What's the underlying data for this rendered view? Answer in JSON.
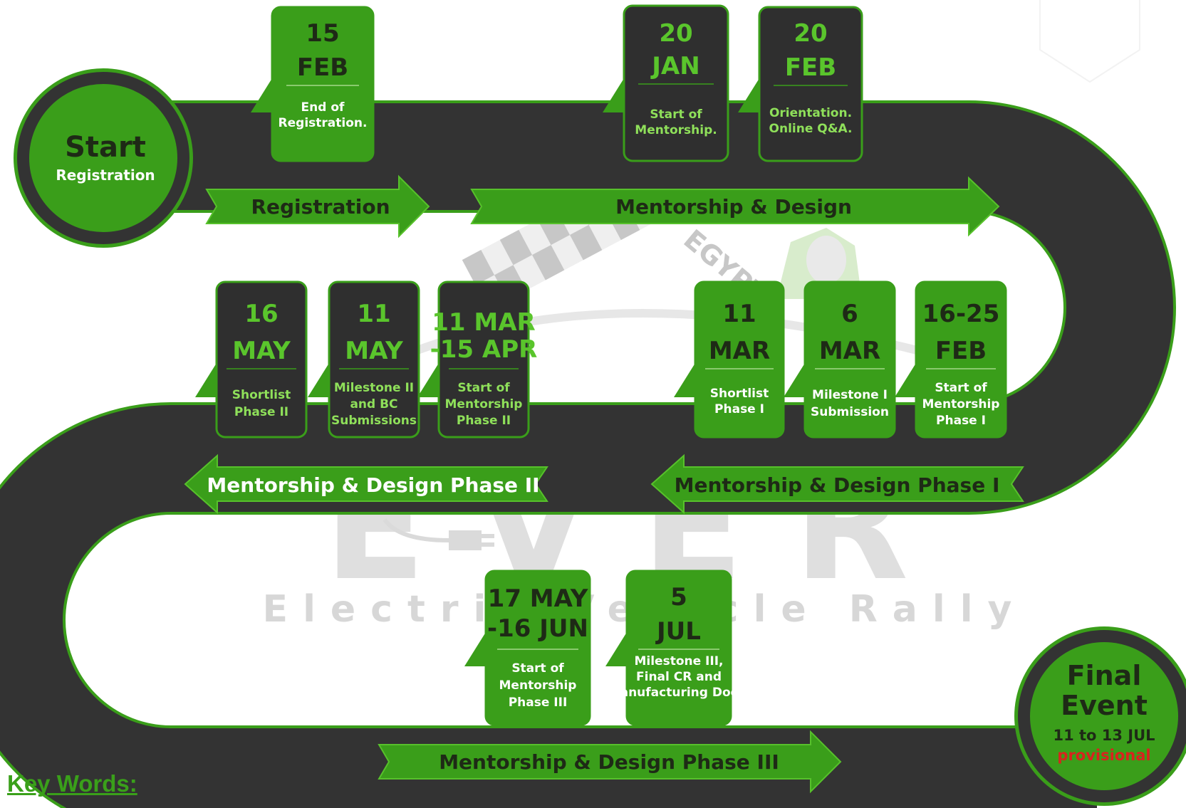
{
  "colors": {
    "road": "#333333",
    "green": "#3a9e1a",
    "green_light": "#57c12b",
    "dark_card": "#2f2f2f",
    "date_on_green": "#1e2a16",
    "date_on_dark": "#5ac52c",
    "desc_on_green": "#ffffff",
    "desc_on_dark": "#8fe05a",
    "provisional": "#d9231e",
    "watermark": "#c8c8c8"
  },
  "start": {
    "title": "Start",
    "subtitle": "Registration"
  },
  "final": {
    "title_1": "Final",
    "title_2": "Event",
    "dates": "11 to 13 JUL",
    "note": "provisional"
  },
  "arrows": [
    {
      "label": "Registration"
    },
    {
      "label": "Mentorship & Design"
    },
    {
      "label": "Mentorship & Design Phase II"
    },
    {
      "label": "Mentorship & Design Phase I"
    },
    {
      "label": "Mentorship & Design Phase III"
    }
  ],
  "cards": [
    {
      "date_1": "15",
      "date_2": "FEB",
      "desc_1": "End of",
      "desc_2": "Registration.",
      "desc_3": "",
      "style": "green"
    },
    {
      "date_1": "20",
      "date_2": "JAN",
      "desc_1": "Start of",
      "desc_2": "Mentorship.",
      "desc_3": "",
      "style": "dark"
    },
    {
      "date_1": "20",
      "date_2": "FEB",
      "desc_1": "Orientation.",
      "desc_2": "Online Q&A.",
      "desc_3": "",
      "style": "dark"
    },
    {
      "date_1": "16",
      "date_2": "MAY",
      "desc_1": "Shortlist",
      "desc_2": "Phase II",
      "desc_3": "",
      "style": "dark"
    },
    {
      "date_1": "11",
      "date_2": "MAY",
      "desc_1": "Milestone II",
      "desc_2": "and BC",
      "desc_3": "Submissions",
      "style": "dark"
    },
    {
      "date_1": "11 MAR",
      "date_2": "-15 APR",
      "desc_1": "Start of",
      "desc_2": "Mentorship",
      "desc_3": "Phase II",
      "style": "dark"
    },
    {
      "date_1": "11",
      "date_2": "MAR",
      "desc_1": "Shortlist",
      "desc_2": "Phase I",
      "desc_3": "",
      "style": "green"
    },
    {
      "date_1": "6",
      "date_2": "MAR",
      "desc_1": "Milestone I",
      "desc_2": "Submission",
      "desc_3": "",
      "style": "green"
    },
    {
      "date_1": "16-25",
      "date_2": "FEB",
      "desc_1": "Start of",
      "desc_2": "Mentorship",
      "desc_3": "Phase I",
      "style": "green"
    },
    {
      "date_1": "17 MAY",
      "date_2": "-16 JUN",
      "desc_1": "Start of",
      "desc_2": "Mentorship",
      "desc_3": "Phase III",
      "style": "green"
    },
    {
      "date_1": "5",
      "date_2": "JUL",
      "desc_1": "Milestone III,",
      "desc_2": "Final CR and",
      "desc_3": "Manufacturing Docs.",
      "style": "green"
    }
  ],
  "watermark": {
    "logo": "EVER",
    "tagline": "Electric Vehicle Rally",
    "badge": "EGYPT"
  },
  "keywords_heading": "Key Words:"
}
